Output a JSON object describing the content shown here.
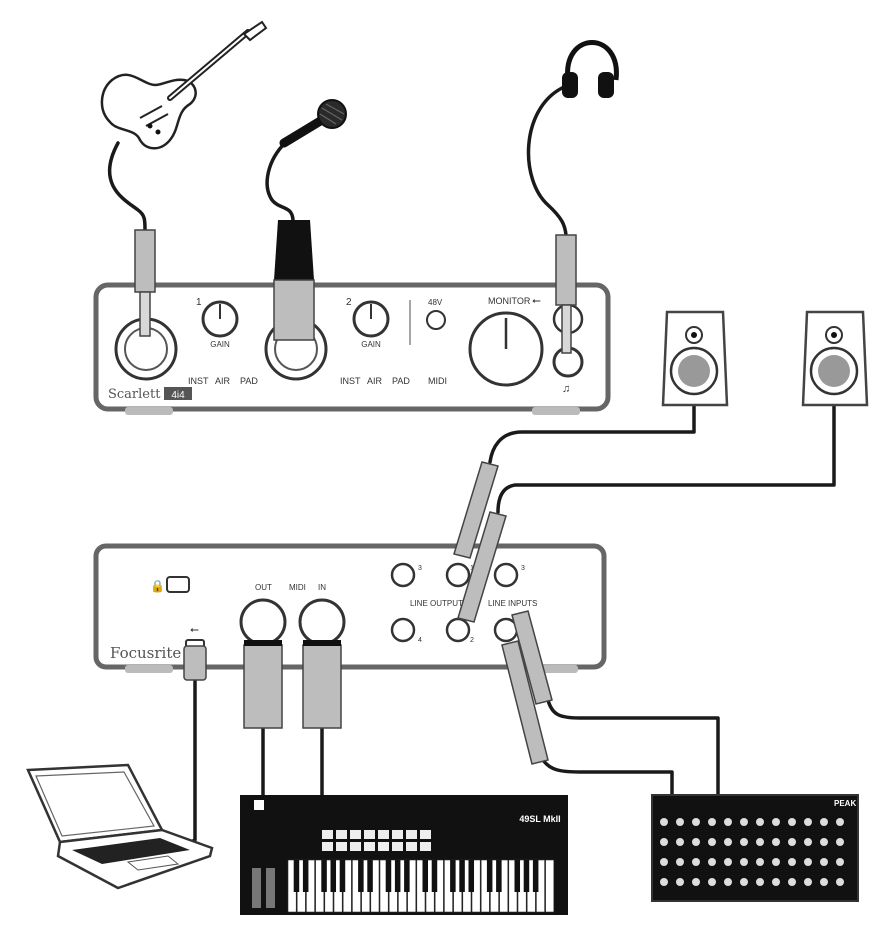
{
  "front_panel": {
    "ch1_number": "1",
    "ch2_number": "2",
    "gain_label": "GAIN",
    "inst_label": "INST",
    "air_label": "AIR",
    "pad_label": "PAD",
    "phantom_label": "48V",
    "monitor_label": "MONITOR",
    "midi_label": "MIDI",
    "brand_name": "Scarlett",
    "model_badge": "4i4"
  },
  "rear_panel": {
    "midi_out_label": "OUT",
    "midi_label": "MIDI",
    "midi_in_label": "IN",
    "line_outputs_label": "LINE OUTPUTS",
    "line_inputs_label": "LINE INPUTS",
    "out3_label": "3",
    "out4_label": "4",
    "out1_label": "1",
    "out2_label": "2",
    "in3_label": "3",
    "brand_name": "Focusrite"
  },
  "devices": {
    "keyboard_label": "49SL MkII",
    "synth_label": "PEAK"
  }
}
